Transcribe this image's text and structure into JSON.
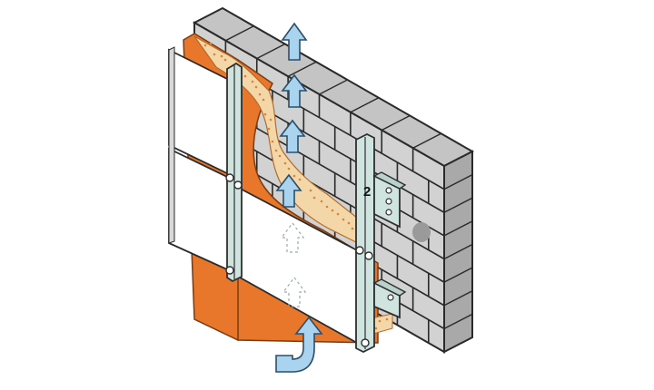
{
  "labels": {
    "rail_number": "2"
  },
  "colors": {
    "brick": "#d2d2d2",
    "brick_shade": "#a9a9a9",
    "brick_dark": "#8c8c8c",
    "mortar": "#2a2a2a",
    "render": "#e8762b",
    "insulation": "#f3d7a8",
    "insulation_dots": "#d9833b",
    "panel": "#ffffff",
    "panel_edge": "#d8d8d8",
    "rail": "#cfe3df",
    "rail_edge": "#2f2f2f",
    "airflow_arrow": "#a9d3ee",
    "airflow_arrow_edge": "#2b4f6b"
  },
  "icons": [
    "airflow-up-arrow",
    "airflow-inlet-arrow",
    "bracket-bolt"
  ]
}
